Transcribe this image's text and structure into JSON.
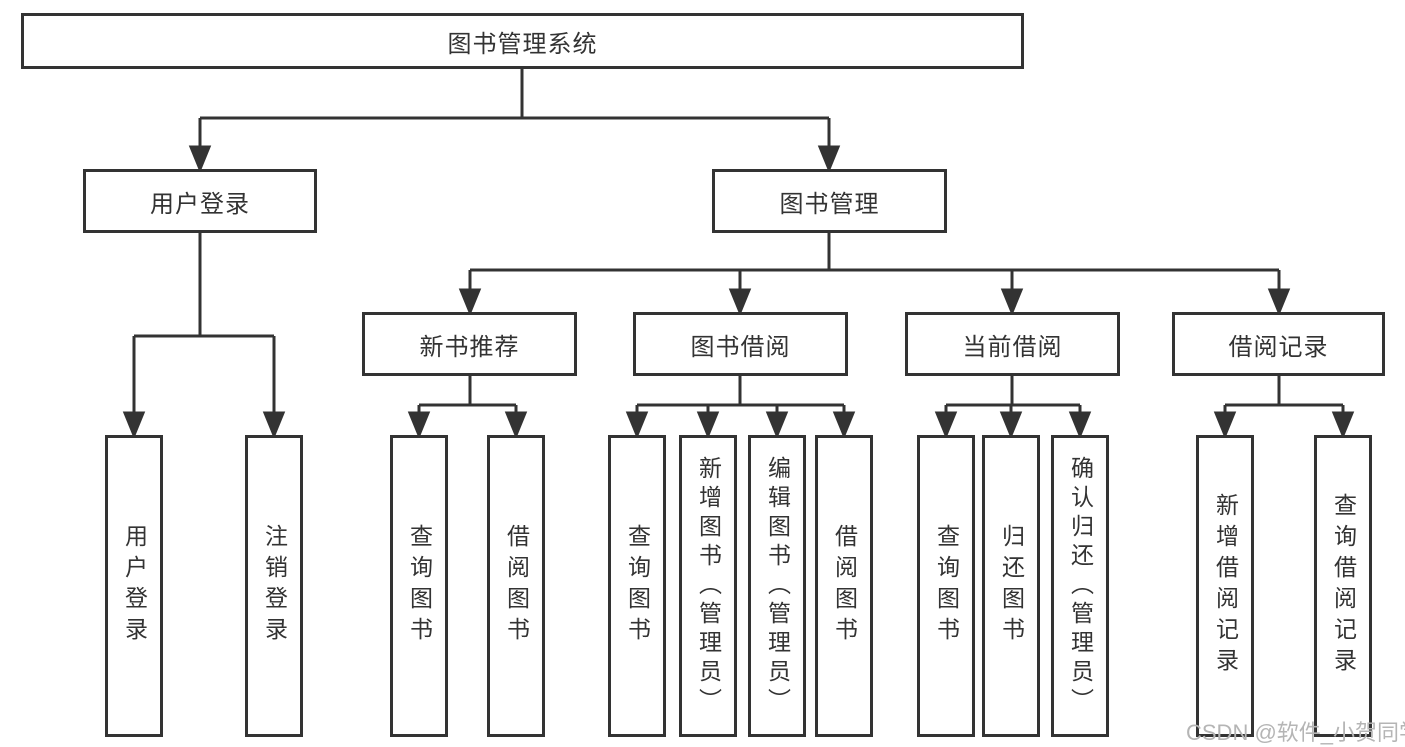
{
  "watermark": "CSDN @软件_小贺同学",
  "colors": {
    "line": "#333333",
    "box_border": "#333333",
    "text": "#333333",
    "background": "#ffffff",
    "watermark": "#b5b5b5"
  },
  "tree": {
    "root": "图书管理系统",
    "children": [
      {
        "label": "用户登录",
        "children": [
          "用户登录",
          "注销登录"
        ]
      },
      {
        "label": "图书管理",
        "children": [
          {
            "label": "新书推荐",
            "children": [
              "查询图书",
              "借阅图书"
            ]
          },
          {
            "label": "图书借阅",
            "children": [
              "查询图书",
              "新增图书（管理员）",
              "编辑图书（管理员）",
              "借阅图书"
            ]
          },
          {
            "label": "当前借阅",
            "children": [
              "查询图书",
              "归还图书",
              "确认归还（管理员）"
            ]
          },
          {
            "label": "借阅记录",
            "children": [
              "新增借阅记录",
              "查询借阅记录"
            ]
          }
        ]
      }
    ]
  }
}
